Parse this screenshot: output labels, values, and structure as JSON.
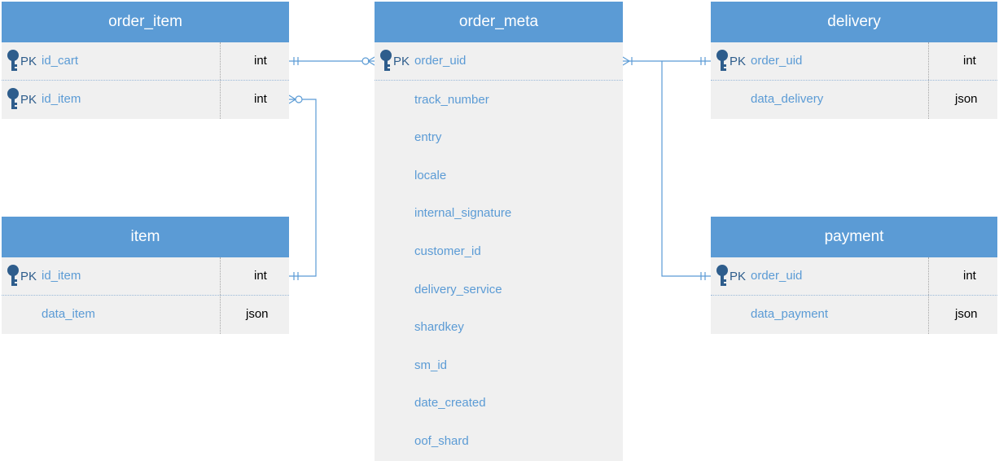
{
  "colors": {
    "header": "#5b9bd5",
    "body": "#f0f0f0",
    "field_text": "#5b9bd5",
    "key_icon": "#2e5d8c",
    "connector": "#5b9bd5"
  },
  "entities": {
    "order_item": {
      "title": "order_item",
      "fields": [
        {
          "key": "PK",
          "name": "id_cart",
          "type": "int"
        },
        {
          "key": "PK",
          "name": "id_item",
          "type": "int"
        }
      ]
    },
    "item": {
      "title": "item",
      "fields": [
        {
          "key": "PK",
          "name": "id_item",
          "type": "int"
        },
        {
          "key": "",
          "name": "data_item",
          "type": "json"
        }
      ]
    },
    "order_meta": {
      "title": "order_meta",
      "fields": [
        {
          "key": "PK",
          "name": "order_uid"
        },
        {
          "key": "",
          "name": "track_number"
        },
        {
          "key": "",
          "name": "entry"
        },
        {
          "key": "",
          "name": "locale"
        },
        {
          "key": "",
          "name": "internal_signature"
        },
        {
          "key": "",
          "name": "customer_id"
        },
        {
          "key": "",
          "name": "delivery_service"
        },
        {
          "key": "",
          "name": "shardkey"
        },
        {
          "key": "",
          "name": "sm_id"
        },
        {
          "key": "",
          "name": "date_created"
        },
        {
          "key": "",
          "name": "oof_shard"
        }
      ]
    },
    "delivery": {
      "title": "delivery",
      "fields": [
        {
          "key": "PK",
          "name": "order_uid",
          "type": "int"
        },
        {
          "key": "",
          "name": "data_delivery",
          "type": "json"
        }
      ]
    },
    "payment": {
      "title": "payment",
      "fields": [
        {
          "key": "PK",
          "name": "order_uid",
          "type": "int"
        },
        {
          "key": "",
          "name": "data_payment",
          "type": "json"
        }
      ]
    }
  },
  "relationships": [
    {
      "from": "order_item.id_cart",
      "to": "order_meta.order_uid",
      "from_end": "one",
      "to_end": "zero-or-many"
    },
    {
      "from": "order_item.id_item",
      "to": "item.id_item",
      "from_end": "zero-or-many",
      "to_end": "one"
    },
    {
      "from": "order_meta.order_uid",
      "to": "delivery.order_uid",
      "from_end": "one-or-many",
      "to_end": "one"
    },
    {
      "from": "order_meta.order_uid",
      "to": "payment.order_uid",
      "from_end": "one-or-many",
      "to_end": "one"
    }
  ]
}
